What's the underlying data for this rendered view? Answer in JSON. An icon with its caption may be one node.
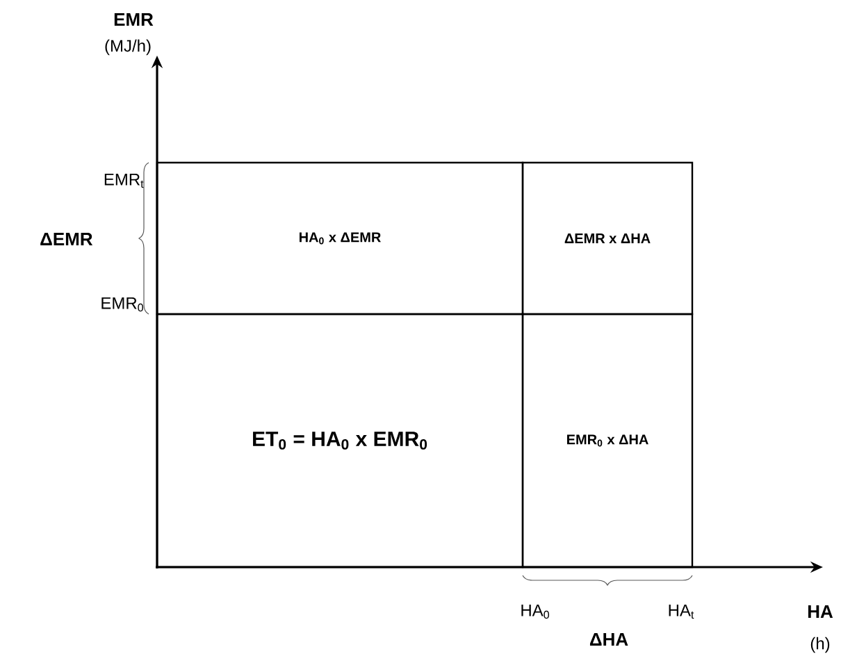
{
  "diagram": {
    "nodes": [
      {
        "text": [
          "HA$_{0}$ x ΔEMR"
        ]
      },
      {
        "text": [
          "ΔEMR x ΔHA"
        ]
      },
      {
        "text": [
          "ET$_{0}$ = HA$_{0}$ x EMR$_{0}$"
        ]
      },
      {
        "text": [
          "EMR$_{0}$ x ΔHA"
        ]
      }
    ],
    "labels": [
      "EMR",
      "(MJ/h)",
      "EMR$_{t}$",
      "ΔEMR",
      "EMR$_{0}$",
      "HA$_{0}$",
      "HA$_{t}$",
      "ΔHA",
      "HA",
      "(h)"
    ]
  }
}
